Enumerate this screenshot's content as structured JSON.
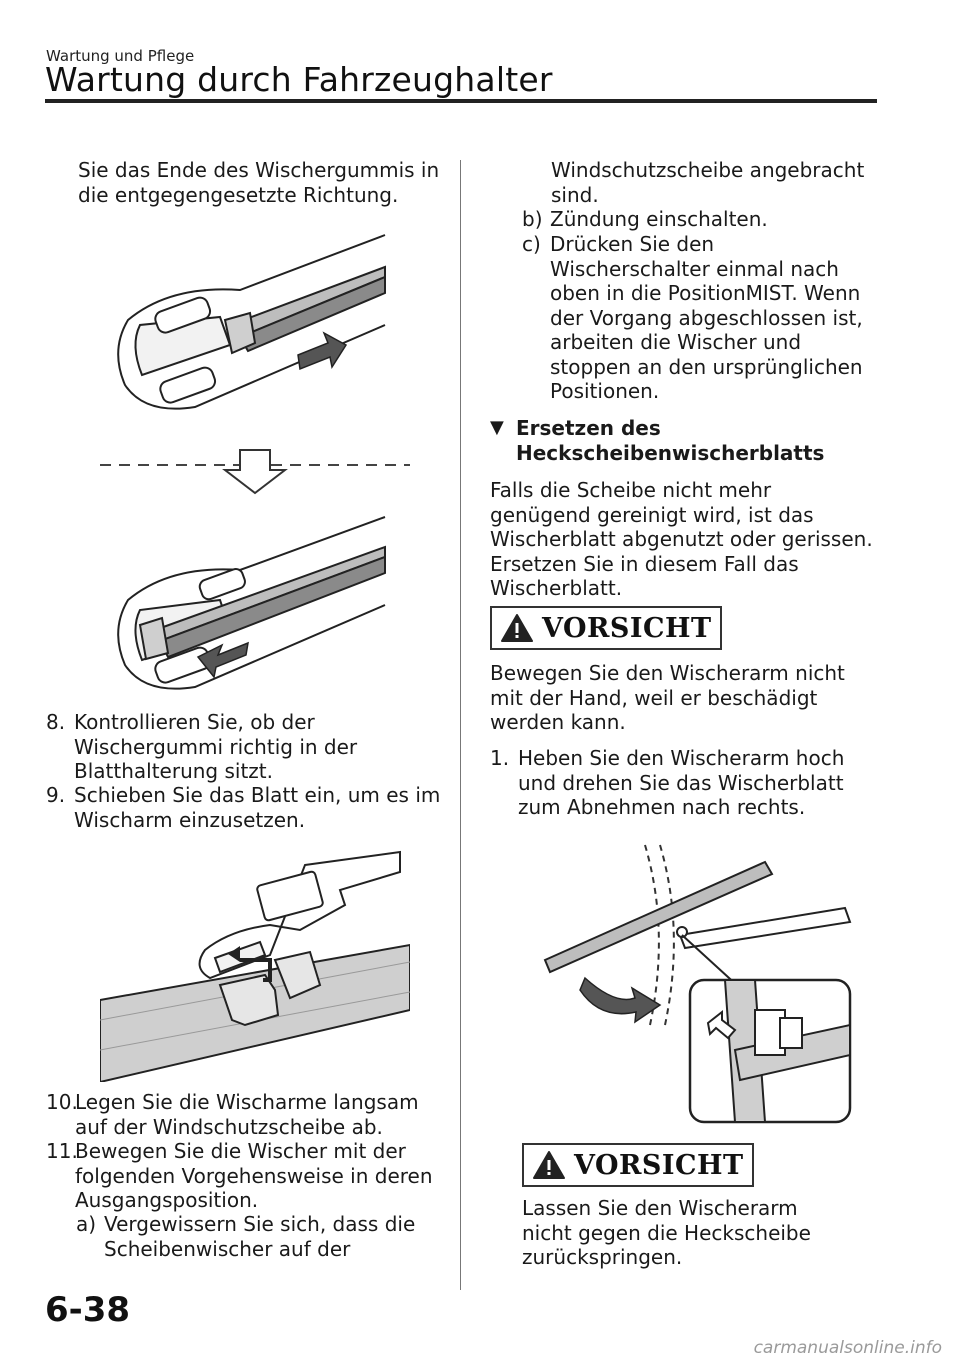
{
  "header": {
    "section": "Wartung und Pflege",
    "title": "Wartung durch Fahrzeughalter"
  },
  "left": {
    "cont_line1": "Sie das Ende des Wischergummis in",
    "cont_line2": "die entgegengesetzte Richtung.",
    "step8_num": "8.",
    "step8_text": "Kontrollieren Sie, ob der Wischergummi richtig in der Blatthalterung sitzt.",
    "step9_num": "9.",
    "step9_text": "Schieben Sie das Blatt ein, um es im Wischarm einzusetzen.",
    "step10_num": "10.",
    "step10_text": "Legen Sie die Wischarme langsam auf der Windschutzscheibe ab.",
    "step11_num": "11.",
    "step11_text": "Bewegen Sie die Wischer mit der folgenden Vorgehensweise in deren Ausgangsposition.",
    "step11a_num": "a)",
    "step11a_text": "Vergewissern Sie sich, dass die Scheibenwischer auf der"
  },
  "right": {
    "cont_a_line1": "Windschutzscheibe angebracht",
    "cont_a_line2": "sind.",
    "step_b_num": "b)",
    "step_b_text": "Zündung einschalten.",
    "step_c_num": "c)",
    "step_c_text": "Drücken Sie den Wischerschalter einmal nach oben in die PositionMIST. Wenn der Vorgang abgeschlossen ist, arbeiten die Wischer und stoppen an den ursprünglichen Positionen.",
    "heading_marker": "▼",
    "heading_line1": "Ersetzen des",
    "heading_line2": "Heckscheibenwischerblatts",
    "para1": "Falls die Scheibe nicht mehr genügend gereinigt wird, ist das Wischerblatt abgenutzt oder gerissen. Ersetzen Sie in diesem Fall das Wischerblatt.",
    "caution1_label": "VORSICHT",
    "caution1_text": "Bewegen Sie den Wischerarm nicht mit der Hand, weil er beschädigt werden kann.",
    "step1_num": "1.",
    "step1_text": "Heben Sie den Wischerarm hoch und drehen Sie das Wischerblatt zum Abnehmen nach rechts.",
    "caution2_label": "VORSICHT",
    "caution2_text": "Lassen Sie den Wischerarm nicht gegen die Heckscheibe zurückspringen."
  },
  "footer": {
    "page_number": "6-38",
    "watermark": "carmanualsonline.info"
  }
}
